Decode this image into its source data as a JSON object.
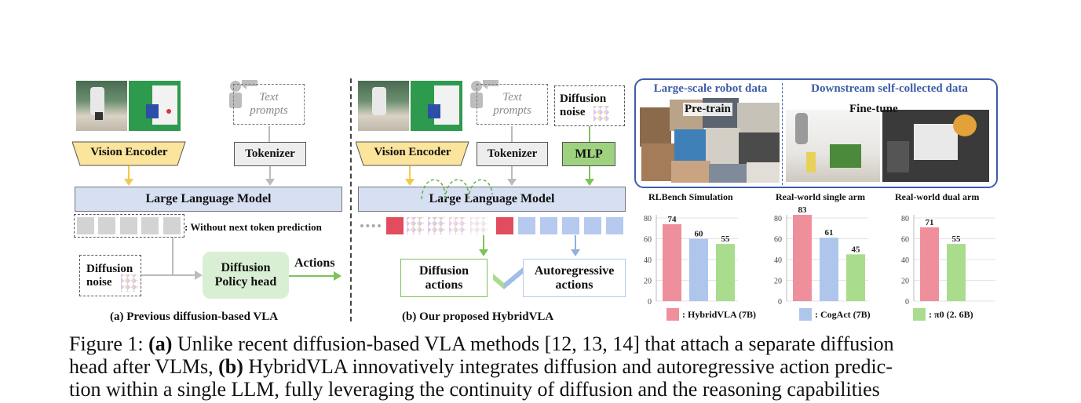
{
  "left_panel": {
    "vision_encoder": "Vision Encoder",
    "text_prompts_1": "Text",
    "text_prompts_2": "prompts",
    "tokenizer": "Tokenizer",
    "llm": "Large Language Model",
    "no_next_token": ": Without next token prediction",
    "diffusion_noise_1": "Diffusion",
    "diffusion_noise_2": "noise",
    "policy_head_1": "Diffusion",
    "policy_head_2": "Policy head",
    "actions": "Actions",
    "caption": "(a) Previous diffusion-based VLA"
  },
  "middle_panel": {
    "vision_encoder": "Vision Encoder",
    "text_prompts_1": "Text",
    "text_prompts_2": "prompts",
    "tokenizer": "Tokenizer",
    "diffusion_noise_1": "Diffusion",
    "diffusion_noise_2": "noise",
    "mlp": "MLP",
    "llm": "Large Language Model",
    "diffusion_actions_1": "Diffusion",
    "diffusion_actions_2": "actions",
    "autoregressive_actions_1": "Autoregressive",
    "autoregressive_actions_2": "actions",
    "caption": "(b) Our proposed HybridVLA"
  },
  "data_panel": {
    "large_scale": "Large-scale robot data",
    "downstream": "Downstream self-collected data",
    "pretrain": "Pre-train",
    "finetune": "Fine-tune"
  },
  "colors": {
    "vision_encoder": "#fbe49b",
    "tokenizer": "#ededed",
    "mlp": "#9fd27f",
    "llm": "#d6e0f2",
    "policy_head": "#d9efd3",
    "hybrid": "#ef8f9c",
    "cogact": "#aec6ec",
    "pi0": "#a9dc8d",
    "accent_blue": "#3d5da8"
  },
  "legend": {
    "hybrid": ": HybridVLA (7B)",
    "cogact": ": CogAct (7B)",
    "pi0": ": π0 (2. 6B)"
  },
  "chart_data": [
    {
      "type": "bar",
      "title": "RLBench Simulation",
      "categories": [
        "HybridVLA (7B)",
        "CogAct (7B)",
        "π0 (2. 6B)"
      ],
      "values": [
        74,
        60,
        55
      ],
      "yticks": [
        "80",
        "60",
        "40",
        "20",
        "0"
      ],
      "ylim": [
        0,
        80
      ]
    },
    {
      "type": "bar",
      "title": "Real-world single arm",
      "categories": [
        "HybridVLA (7B)",
        "CogAct (7B)",
        "π0 (2. 6B)"
      ],
      "values": [
        83,
        61,
        45
      ],
      "yticks": [
        "80",
        "60",
        "40",
        "20",
        "0"
      ],
      "ylim": [
        0,
        80
      ]
    },
    {
      "type": "bar",
      "title": "Real-world dual arm",
      "categories": [
        "HybridVLA (7B)",
        "π0 (2. 6B)"
      ],
      "values": [
        71,
        55
      ],
      "yticks": [
        "80",
        "60",
        "40",
        "20",
        "0"
      ],
      "ylim": [
        0,
        80
      ]
    }
  ],
  "caption": {
    "line1_prefix": "Figure 1: ",
    "line1_a": "(a)",
    "line1_rest": " Unlike recent diffusion-based VLA methods [12, 13, 14] that attach a separate diffusion",
    "line2_prefix": "head after VLMs, ",
    "line2_b": "(b)",
    "line2_rest": " HybridVLA innovatively integrates diffusion and autoregressive action predic-",
    "line3": "tion within a single LLM, fully leveraging the continuity of diffusion and the reasoning capabilities"
  }
}
